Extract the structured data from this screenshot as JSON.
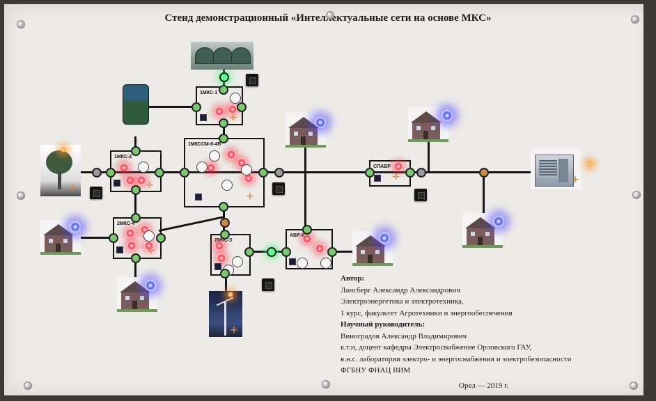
{
  "title": "Стенд демонстрационный «Интеллектуальные сети на основе МКС»",
  "blocks": {
    "mks_1_top": "1МКС-1",
    "mks_1_left": "1МКС-2",
    "mks_center": "1МКССМ-6-4В",
    "mks_2_4": "2МКС-4",
    "mks_2_3": "2МКС-3",
    "avr": "АВР-II",
    "sbapr": "СПАВР"
  },
  "author": {
    "heading": "Автор:",
    "name": "Лансберг Александр Александрович",
    "field": "Электроэнергетика и электротехника,",
    "course": "1 курс, факультет Агротехники и энергообеспечения",
    "advisor_heading": "Научный руководитель:",
    "advisor_name": "Виноградов Александр Владимирович",
    "advisor_title1": "к.т.н, доцент кафедры Электроснабжение Орловского ГАУ,",
    "advisor_title2": "в.н.с. лаборатории электро- и энергоснабжения и электробезопасности",
    "organization": "ФГБНУ ФНАЦ ВИМ",
    "city_year": "Орел — 2019 г."
  },
  "colors": {
    "board": "#ecebe7",
    "line": "#151515",
    "led_red": "#ff3b4e",
    "led_green": "#58ff8a",
    "led_blue": "#4a5bff",
    "node_orange": "#c98a4a"
  }
}
